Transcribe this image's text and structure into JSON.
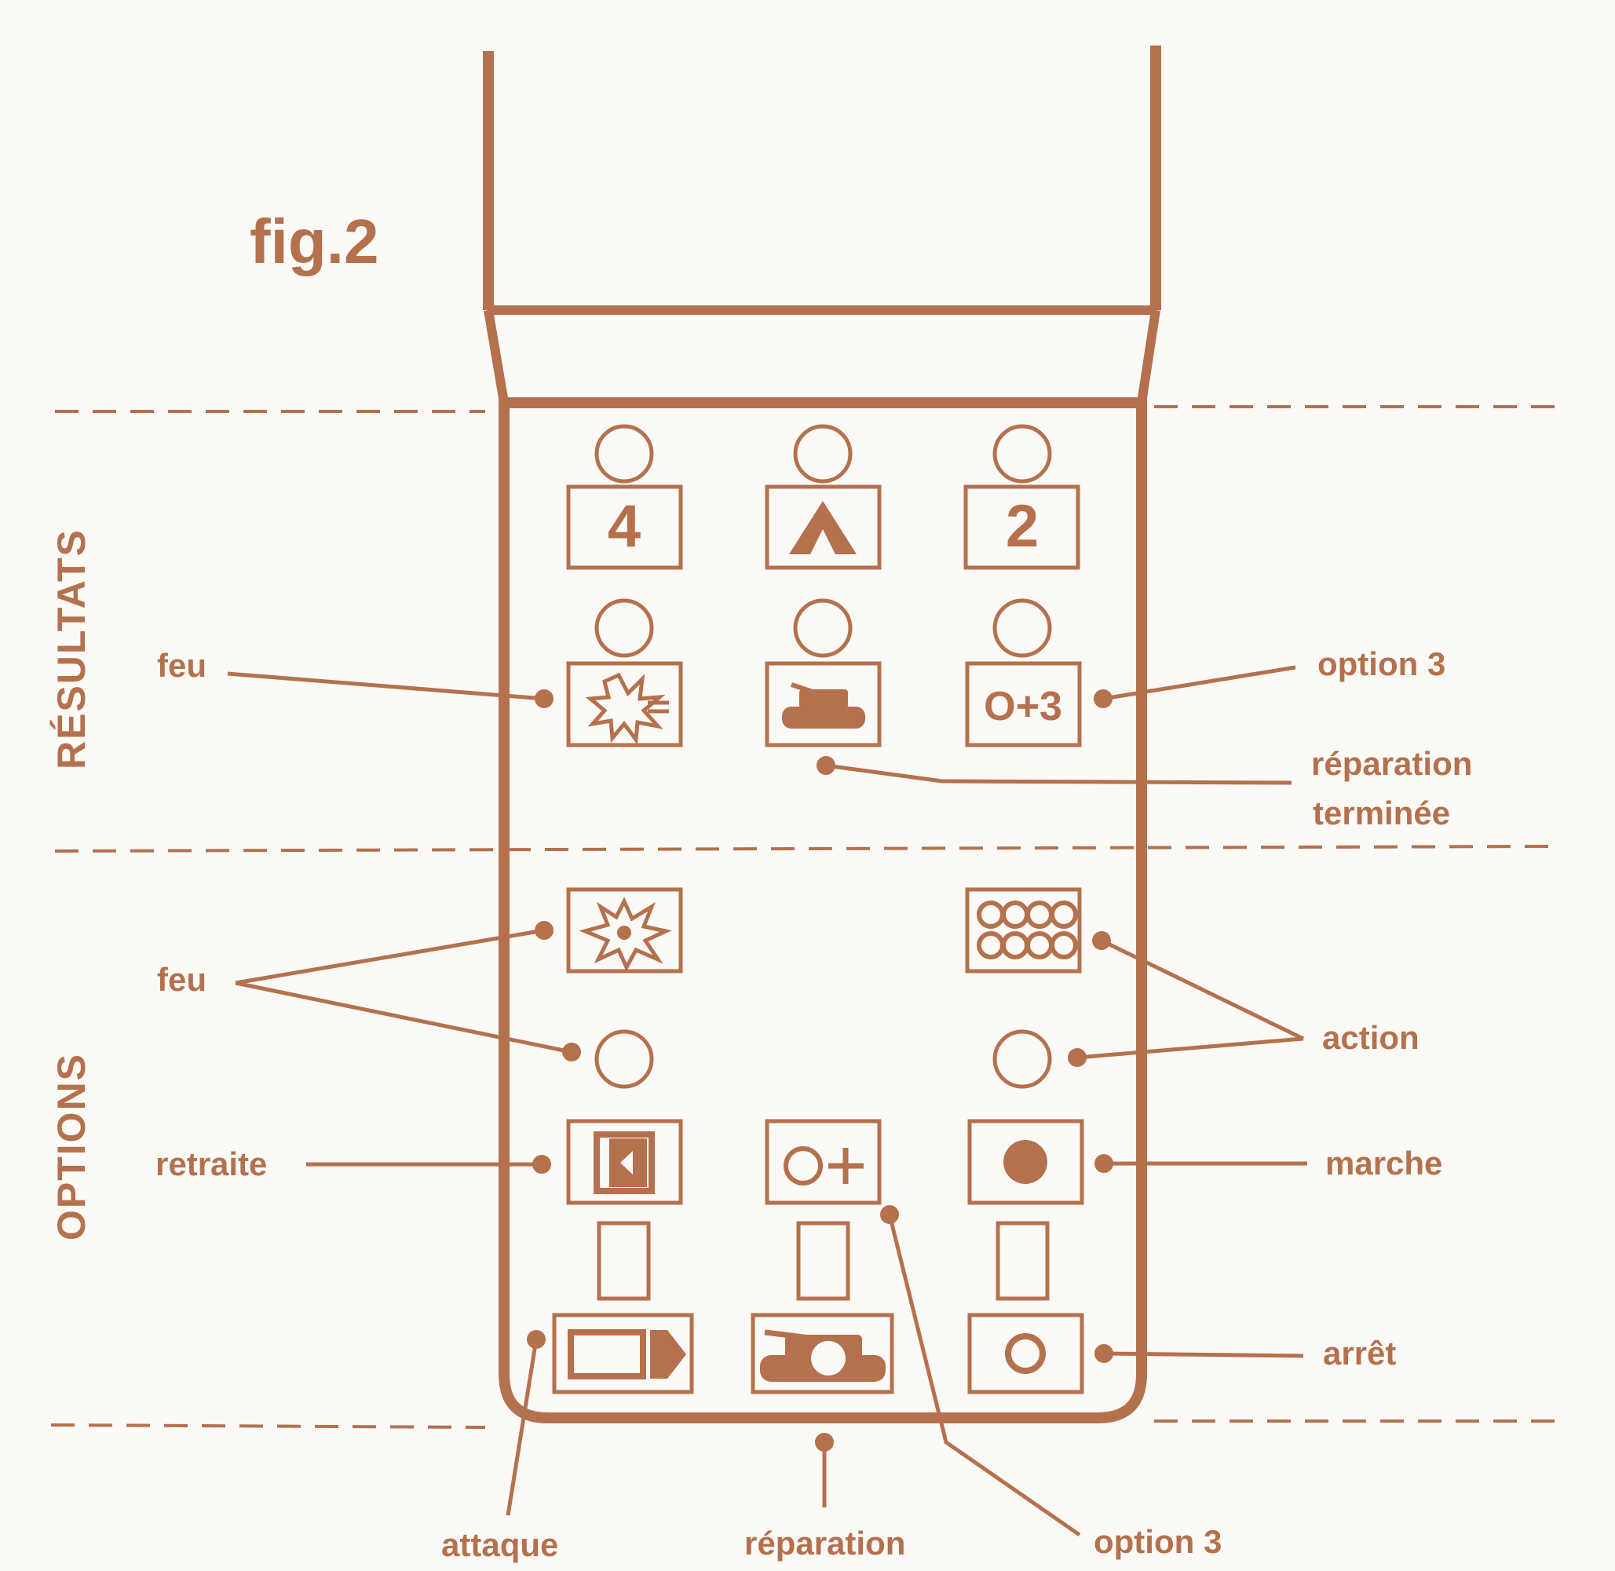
{
  "figure": {
    "title": "fig.2"
  },
  "sections": {
    "results": "RÉSULTATS",
    "options": "OPTIONS"
  },
  "panel": {
    "result_row1": {
      "left_digit": "4",
      "right_digit": "2"
    },
    "result_row2": {
      "right_button": "O+3"
    }
  },
  "callouts": {
    "feu_results": "feu",
    "option3_results": "option 3",
    "reparation_terminee_line1": "réparation",
    "reparation_terminee_line2": "terminée",
    "feu_options": "feu",
    "action": "action",
    "retraite": "retraite",
    "marche": "marche",
    "arret": "arrêt",
    "attaque": "attaque",
    "reparation": "réparation",
    "option3_bottom": "option 3"
  },
  "colors": {
    "ink": "#b5714d",
    "paper": "#fbfaf7"
  }
}
